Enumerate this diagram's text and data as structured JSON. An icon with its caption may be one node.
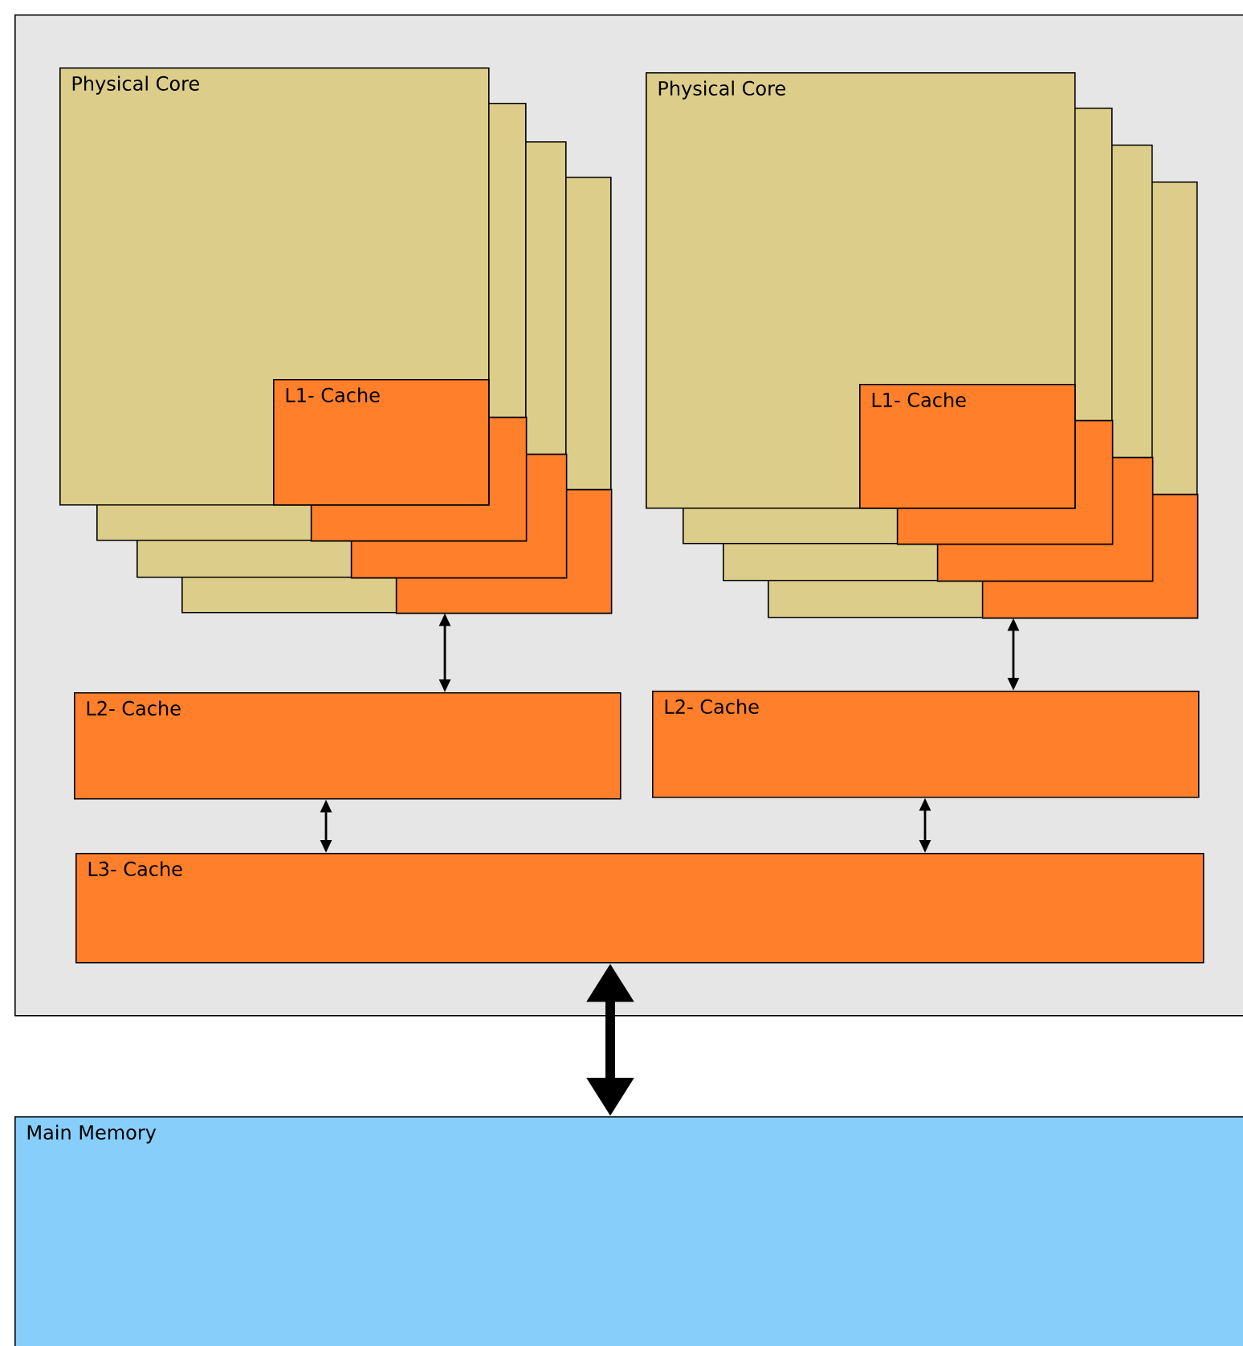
{
  "diagram": {
    "nodes": [
      {
        "text": [],
        "shape": "box"
      },
      {
        "text": [
          "Physical Core"
        ],
        "in": 0
      },
      {
        "text": [
          "L1- Cache"
        ]
      },
      {
        "text": [],
        "shape": "box",
        "in": 0
      },
      {
        "text": [],
        "shape": "box",
        "in": 0
      },
      {
        "text": [],
        "shape": "box",
        "in": 0
      },
      {
        "text": [
          "Physical Core"
        ],
        "in": 0
      },
      {
        "text": [
          "L1- Cache"
        ]
      },
      {
        "text": [],
        "shape": "box",
        "in": 0
      },
      {
        "text": [],
        "shape": "box",
        "in": 0
      },
      {
        "text": [],
        "shape": "box",
        "in": 0
      },
      {
        "text": [
          "L2- Cache"
        ],
        "in": 0
      },
      {
        "text": [
          "L2- Cache"
        ],
        "in": 0
      },
      {
        "text": [
          "L3- Cache"
        ],
        "in": 0
      },
      {
        "text": [
          "Main Memory"
        ]
      }
    ],
    "edges": [
      {
        "from": 5,
        "to": 11,
        "arrow": "both"
      },
      {
        "from": 10,
        "to": 12,
        "arrow": "both"
      },
      {
        "from": 11,
        "to": 13,
        "arrow": "both"
      },
      {
        "from": 12,
        "to": 13,
        "arrow": "both"
      },
      {
        "from": 13,
        "to": 14,
        "arrow": "both",
        "style": "thick"
      }
    ]
  }
}
